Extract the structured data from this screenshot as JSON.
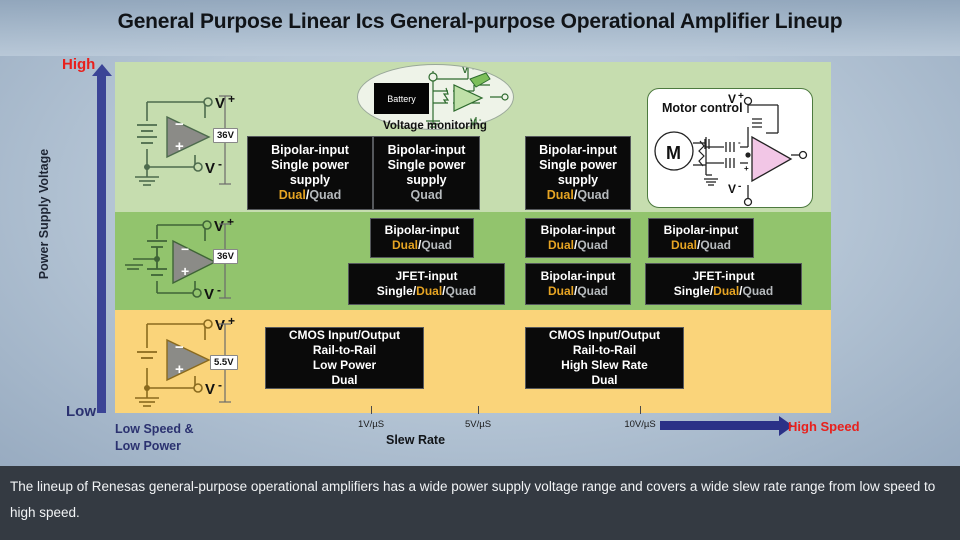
{
  "title": "General Purpose Linear Ics General-purpose Operational Amplifier Lineup",
  "axes": {
    "y_title": "Power Supply Voltage",
    "y_high": "High",
    "y_low": "Low",
    "x_title": "Slew Rate",
    "x_low_caption_line1": "Low Speed &",
    "x_low_caption_line2": "Low Power",
    "x_high": "High Speed",
    "x_ticks": [
      "1V/µS",
      "5V/µS",
      "10V/µS"
    ]
  },
  "circuits": [
    {
      "name": "dual-supply-36v",
      "v_plus": "V",
      "v_minus": "V",
      "voltage": "36V"
    },
    {
      "name": "split-supply-36v",
      "v_plus": "V",
      "v_minus": "V",
      "voltage": "36V"
    },
    {
      "name": "single-supply-5v5",
      "v_plus": "V",
      "v_minus": "V",
      "voltage": "5.5V"
    }
  ],
  "callouts": {
    "voltage_monitoring": {
      "caption": "Voltage monitoring",
      "battery_label": "Battery",
      "v_plus": "V",
      "v_minus": "V"
    },
    "motor_control": {
      "caption": "Motor control",
      "motor_label": "M",
      "v_plus": "V",
      "v_minus": "V"
    }
  },
  "chart_data": {
    "type": "scatter",
    "title": "General Purpose Linear Ics General-purpose Operational Amplifier Lineup",
    "xlabel": "Slew Rate",
    "ylabel": "Power Supply Voltage",
    "x_tick_labels": [
      "1V/µS",
      "5V/µS",
      "10V/µS"
    ],
    "y_band_labels": [
      "High",
      "Low"
    ],
    "grid": false,
    "legend": "none",
    "bands": [
      {
        "name": "high-voltage",
        "color": "#c6ddaf"
      },
      {
        "name": "mid-voltage",
        "color": "#92c46d"
      },
      {
        "name": "low-voltage",
        "color": "#fad47a"
      }
    ],
    "items": [
      {
        "id": "b1",
        "row": 1,
        "lines": [
          "Bipolar-input",
          "Single power",
          "supply"
        ],
        "options": [
          {
            "t": "Dual",
            "c": "dual"
          },
          {
            "t": "/",
            "c": "sep"
          },
          {
            "t": "Quad",
            "c": "quad"
          }
        ]
      },
      {
        "id": "b2",
        "row": 1,
        "lines": [
          "Bipolar-input",
          "Single power",
          "supply"
        ],
        "options": [
          {
            "t": "Quad",
            "c": "quad"
          }
        ]
      },
      {
        "id": "b3",
        "row": 1,
        "lines": [
          "Bipolar-input",
          "Single power",
          "supply"
        ],
        "options": [
          {
            "t": "Dual",
            "c": "dual"
          },
          {
            "t": "/",
            "c": "sep"
          },
          {
            "t": "Quad",
            "c": "quad"
          }
        ]
      },
      {
        "id": "b4",
        "row": 2,
        "lines": [
          "Bipolar-input"
        ],
        "options": [
          {
            "t": "Dual",
            "c": "dual"
          },
          {
            "t": "/",
            "c": "sep"
          },
          {
            "t": "Quad",
            "c": "quad"
          }
        ]
      },
      {
        "id": "b5",
        "row": 2,
        "lines": [
          "Bipolar-input"
        ],
        "options": [
          {
            "t": "Dual",
            "c": "dual"
          },
          {
            "t": "/",
            "c": "sep"
          },
          {
            "t": "Quad",
            "c": "quad"
          }
        ]
      },
      {
        "id": "b6",
        "row": 2,
        "lines": [
          "Bipolar-input"
        ],
        "options": [
          {
            "t": "Dual",
            "c": "dual"
          },
          {
            "t": "/",
            "c": "sep"
          },
          {
            "t": "Quad",
            "c": "quad"
          }
        ]
      },
      {
        "id": "b7",
        "row": 3,
        "lines": [
          "JFET-input"
        ],
        "options": [
          {
            "t": "Single",
            "c": "single"
          },
          {
            "t": "/",
            "c": "sep"
          },
          {
            "t": "Dual",
            "c": "dual"
          },
          {
            "t": "/",
            "c": "sep"
          },
          {
            "t": "Quad",
            "c": "quad"
          }
        ]
      },
      {
        "id": "b8",
        "row": 3,
        "lines": [
          "Bipolar-input"
        ],
        "options": [
          {
            "t": "Dual",
            "c": "dual"
          },
          {
            "t": "/",
            "c": "sep"
          },
          {
            "t": "Quad",
            "c": "quad"
          }
        ]
      },
      {
        "id": "b9",
        "row": 3,
        "lines": [
          "JFET-input"
        ],
        "options": [
          {
            "t": "Single",
            "c": "single"
          },
          {
            "t": "/",
            "c": "sep"
          },
          {
            "t": "Dual",
            "c": "dual"
          },
          {
            "t": "/",
            "c": "sep"
          },
          {
            "t": "Quad",
            "c": "quad"
          }
        ]
      },
      {
        "id": "b10",
        "row": 4,
        "lines": [
          "CMOS Input/Output",
          "Rail-to-Rail",
          "Low Power",
          "Dual"
        ],
        "options": []
      },
      {
        "id": "b11",
        "row": 4,
        "lines": [
          "CMOS Input/Output",
          "Rail-to-Rail",
          "High Slew Rate",
          "Dual"
        ],
        "options": []
      }
    ]
  },
  "caption": "The lineup of Renesas general-purpose operational amplifiers has a wide power supply voltage range and covers a wide slew rate range from low speed to high speed."
}
